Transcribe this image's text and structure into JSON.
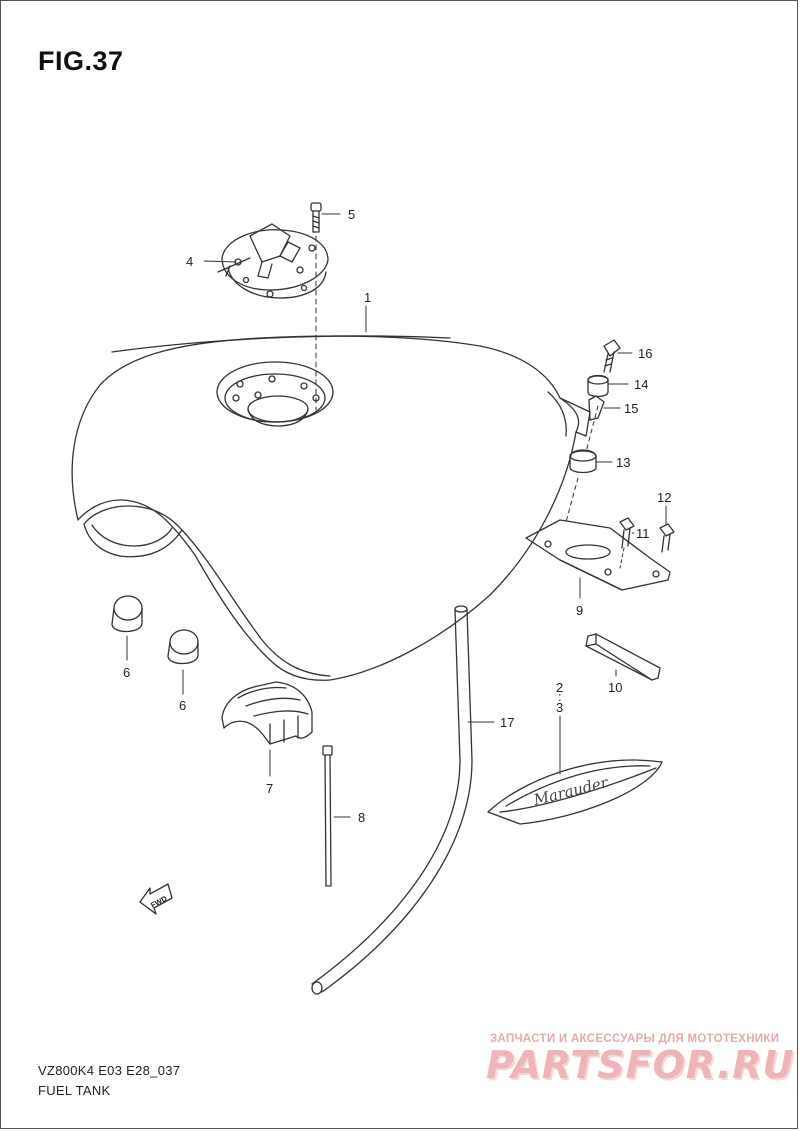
{
  "figure": {
    "title": "FIG.37",
    "model_code": "VZ800K4 E03 E28_037",
    "section_title": "FUEL TANK"
  },
  "callouts": {
    "c1": "1",
    "c4": "4",
    "c5": "5",
    "c16": "16",
    "c14": "14",
    "c15": "15",
    "c13": "13",
    "c12": "12",
    "c11": "11",
    "c9": "9",
    "c10": "10",
    "c6a": "6",
    "c6b": "6",
    "c7": "7",
    "c8": "8",
    "c17": "17",
    "c2": "2",
    "c3": "3"
  },
  "direction_arrow": {
    "label": "FWD",
    "icon": "forward-arrow-icon"
  },
  "emblem": {
    "text": "Marauder"
  },
  "watermark": {
    "subtitle": "ЗАПЧАСТИ И АКСЕССУАРЫ ДЛЯ МОТОТЕХНИКИ",
    "brand": "PARTSFOR.RU"
  },
  "colors": {
    "line": "#333333",
    "watermark": "#e8a3a6"
  }
}
